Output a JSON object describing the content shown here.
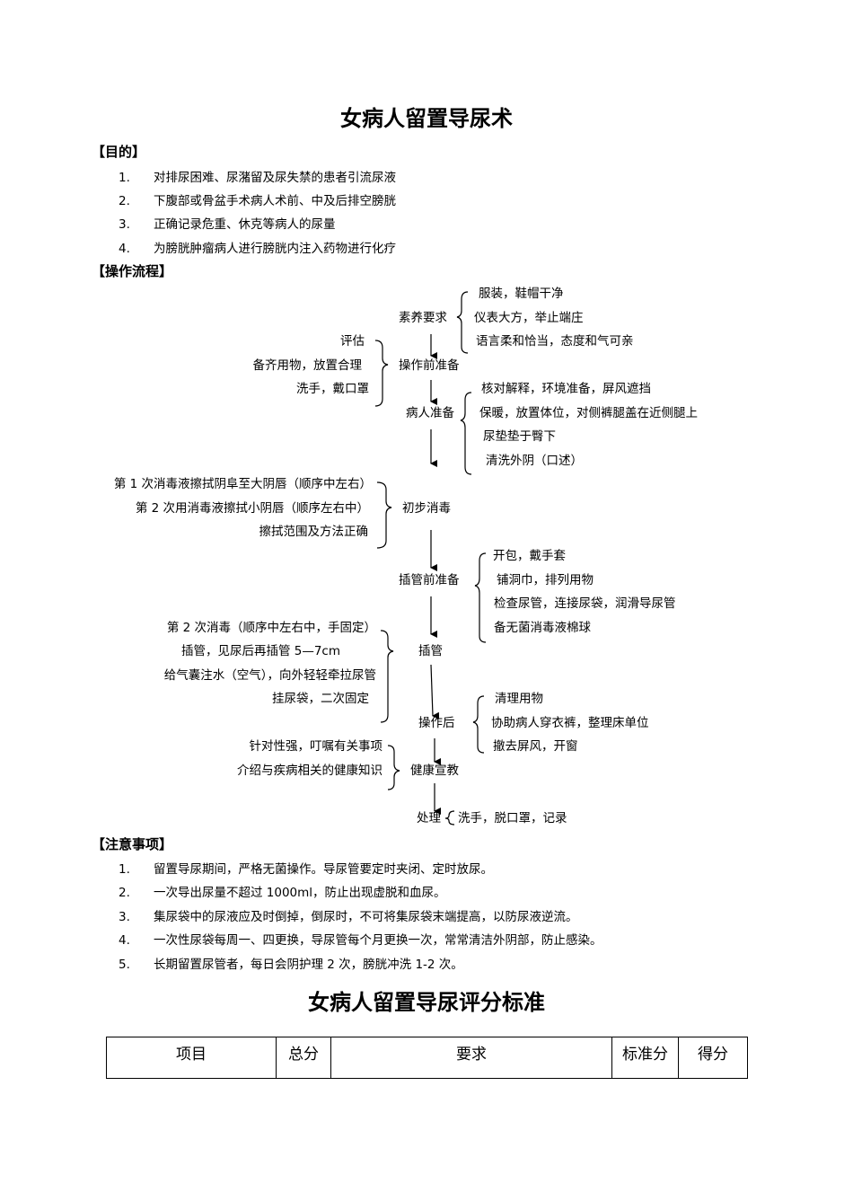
{
  "title": "女病人留置导尿术",
  "purpose": {
    "heading": "【目的】",
    "items": [
      {
        "num": "1.",
        "text": "对排尿困难、尿潴留及尿失禁的患者引流尿液"
      },
      {
        "num": "2.",
        "text": "下腹部或骨盆手术病人术前、中及后排空膀胱"
      },
      {
        "num": "3.",
        "text": "正确记录危重、休克等病人的尿量"
      },
      {
        "num": "4.",
        "text": "为膀胱肿瘤病人进行膀胱内注入药物进行化疗"
      }
    ]
  },
  "procedure": {
    "heading": "【操作流程】",
    "steps": [
      {
        "label": "素养要求",
        "right": [
          "服装，鞋帽干净",
          "仪表大方，举止端庄",
          "语言柔和恰当，态度和气可亲"
        ]
      },
      {
        "label": "操作前准备",
        "left": [
          "评估",
          "备齐用物，放置合理",
          "洗手，戴口罩"
        ]
      },
      {
        "label": "病人准备",
        "right": [
          "核对解释，环境准备，屏风遮挡",
          "保暖，放置体位，对侧裤腿盖在近侧腿上",
          "尿垫垫于臀下",
          "清洗外阴（口述）"
        ]
      },
      {
        "label": "初步消毒",
        "left": [
          "第 1 次消毒液擦拭阴阜至大阴唇（顺序中左右）",
          "第 2 次用消毒液擦拭小阴唇（顺序左右中）",
          "擦拭范围及方法正确"
        ]
      },
      {
        "label": "插管前准备",
        "right": [
          "开包，戴手套",
          "铺洞巾，排列用物",
          "检查尿管，连接尿袋，润滑导尿管",
          "备无菌消毒液棉球"
        ]
      },
      {
        "label": "插管",
        "left": [
          "第 2 次消毒（顺序中左右中，手固定）",
          "插管，见尿后再插管 5—7cm",
          "给气囊注水（空气），向外轻轻牵拉尿管",
          "挂尿袋，二次固定"
        ]
      },
      {
        "label": "操作后",
        "right": [
          "清理用物",
          "协助病人穿衣裤，整理床单位",
          "撤去屏风，开窗"
        ]
      },
      {
        "label": "健康宣教",
        "left": [
          "针对性强，叮嘱有关事项",
          "介绍与疾病相关的健康知识"
        ]
      },
      {
        "label": "处理",
        "right": [
          "洗手，脱口罩，记录"
        ]
      }
    ]
  },
  "notes": {
    "heading": "【注意事项】",
    "items": [
      {
        "num": "1.",
        "text": "留置导尿期间，严格无菌操作。导尿管要定时夹闭、定时放尿。"
      },
      {
        "num": "2.",
        "text": "一次导出尿量不超过 1000ml，防止出现虚脱和血尿。"
      },
      {
        "num": "3.",
        "text": "集尿袋中的尿液应及时倒掉，倒尿时，不可将集尿袋末端提高，以防尿液逆流。"
      },
      {
        "num": "4.",
        "text": "一次性尿袋每周一、四更换，导尿管每个月更换一次，常常清洁外阴部，防止感染。"
      },
      {
        "num": "5.",
        "text": "长期留置尿管者，每日会阴护理 2 次，膀胱冲洗 1-2 次。"
      }
    ]
  },
  "scoring": {
    "title": "女病人留置导尿评分标准",
    "headers": [
      "项目",
      "总分",
      "要求",
      "标准分",
      "得分"
    ]
  }
}
